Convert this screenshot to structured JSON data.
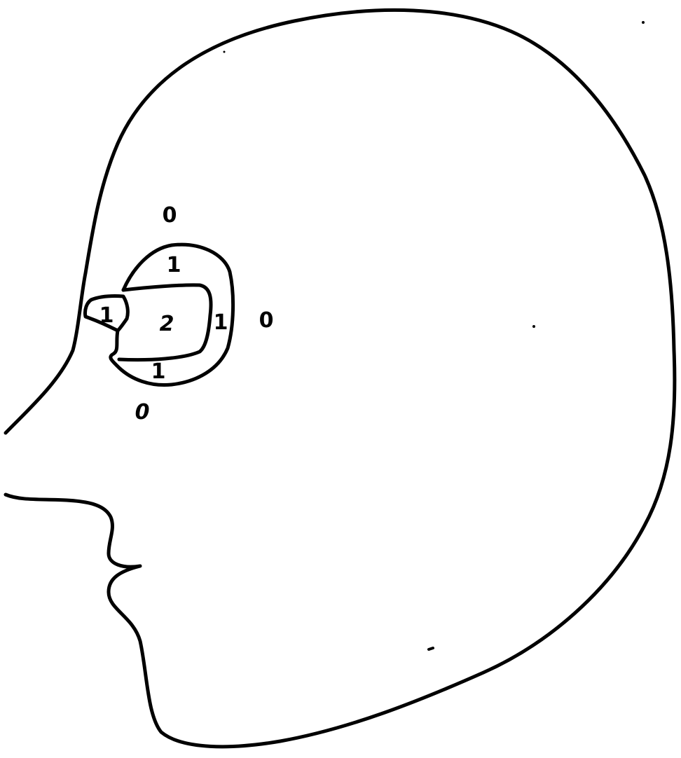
{
  "colors": {
    "background": "#ffffff",
    "ink": "#000000"
  },
  "labels": {
    "outer_top": "0",
    "outer_right": "0",
    "outer_bottom": "0",
    "middle_top": "1",
    "middle_right": "1",
    "middle_bottom": "1",
    "middle_left_tab": "1",
    "inner_center": "2"
  }
}
